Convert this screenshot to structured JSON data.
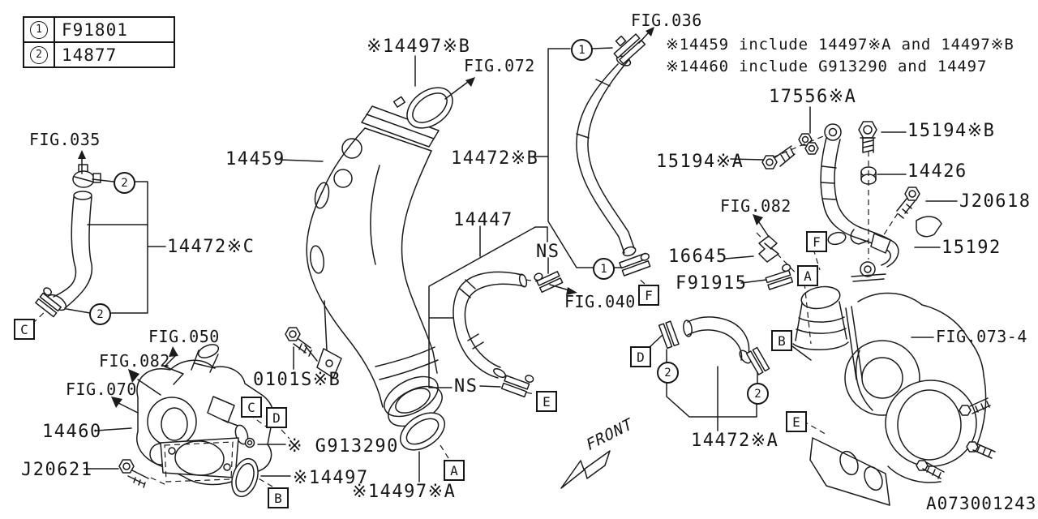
{
  "drawing": {
    "id": "A073001243",
    "front_label": "FRONT",
    "legend": {
      "rows": [
        {
          "num": "1",
          "code": "F91801"
        },
        {
          "num": "2",
          "code": "14877"
        }
      ]
    },
    "notes": [
      "※14459 include 14497※A and 14497※B",
      "※14460 include G913290 and 14497"
    ],
    "figures": {
      "fig035": "FIG.035",
      "fig036": "FIG.036",
      "fig040": "FIG.040",
      "fig050": "FIG.050",
      "fig070": "FIG.070",
      "fig072": "FIG.072",
      "fig082": "FIG.082",
      "fig073_4": "FIG.073-4"
    },
    "parts": {
      "p14459": "14459",
      "p14460": "14460",
      "p14447": "14447",
      "p14426": "14426",
      "p15192": "15192",
      "p14472a": "14472※A",
      "p14472b": "14472※B",
      "p14472c": "14472※C",
      "p14497": "※14497",
      "p14497a": "※14497※A",
      "p14497b": "※14497※B",
      "p15194a": "15194※A",
      "p15194b": "15194※B",
      "p17556a": "17556※A",
      "pg913290": "※ G913290",
      "pf91915": "F91915",
      "p16645": "16645",
      "pj20618": "J20618",
      "pj20621": "J20621",
      "p0101sb": "0101S※B",
      "ns": "NS"
    },
    "callouts": {
      "A": "A",
      "B": "B",
      "C": "C",
      "D": "D",
      "E": "E",
      "F": "F",
      "n1": "1",
      "n2": "2"
    }
  }
}
